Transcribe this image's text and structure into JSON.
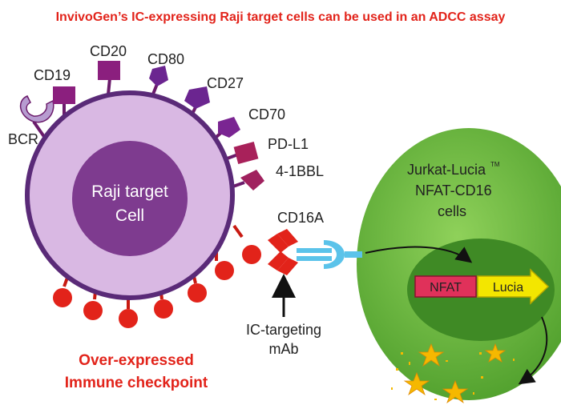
{
  "title": "InvivoGen’s IC-expressing Raji target cells can be used in an ADCC assay",
  "raji_cell": {
    "line1": "Raji target",
    "line2": "Cell"
  },
  "receptors": {
    "bcr": "BCR",
    "cd19": "CD19",
    "cd20": "CD20",
    "cd80": "CD80",
    "cd27": "CD27",
    "cd70": "CD70",
    "pdl1": "PD-L1",
    "fourone_bbl": "4-1BBL"
  },
  "jurkat_cell": {
    "line1": "Jurkat-Lucia",
    "tm": "TM",
    "line2": "NFAT-CD16",
    "line3": "cells"
  },
  "cd16a": "CD16A",
  "reporter": {
    "promoter": "NFAT",
    "gene": "Lucia"
  },
  "antibody": {
    "line1": "IC-targeting",
    "line2": "mAb"
  },
  "checkpoint": {
    "line1": "Over-expressed",
    "line2": "Immune checkpoint"
  },
  "colors": {
    "raji_fill": "#d9b8e3",
    "raji_nucleus": "#7e3b8f",
    "raji_border": "#5a2a78",
    "receptor": "#8b1f7e",
    "checkpoint": "#e2231a",
    "jurkat": "#6cbd3f",
    "cd16": "#5bc3ea",
    "reporter_red": "#e0315a",
    "reporter_yellow": "#f3e600",
    "star": "#f5b800"
  }
}
